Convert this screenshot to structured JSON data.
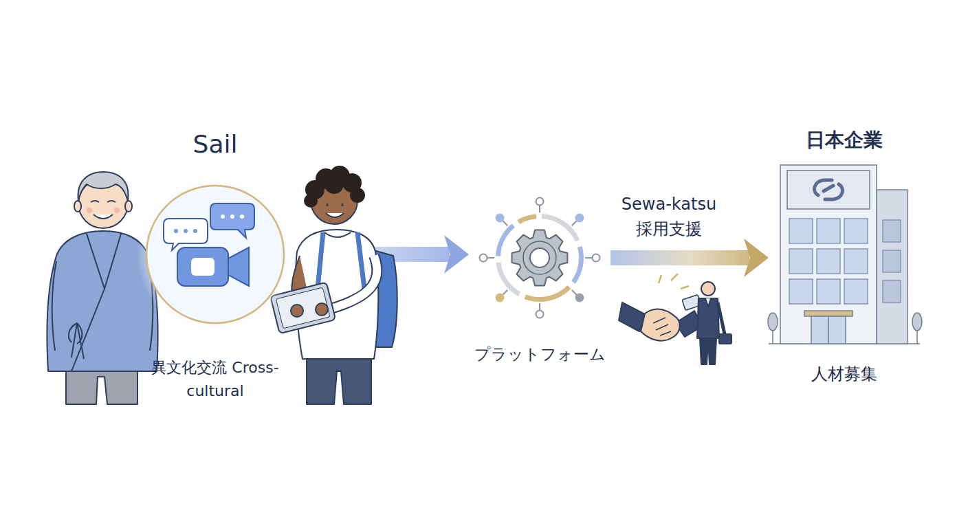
{
  "diagram": {
    "nodes": [
      {
        "text": [
          "Sail",
          "異文化交流 Cross-cultural"
        ]
      },
      {
        "text": [
          "プラットフォーム"
        ]
      },
      {
        "text": [
          "日本企業",
          "人材募集"
        ]
      }
    ],
    "edges": [
      {
        "from": 0,
        "to": 1,
        "arrow": "to"
      },
      {
        "from": 1,
        "to": 2,
        "arrow": "to",
        "label": "Sewa-katsu 採用支援"
      }
    ]
  }
}
